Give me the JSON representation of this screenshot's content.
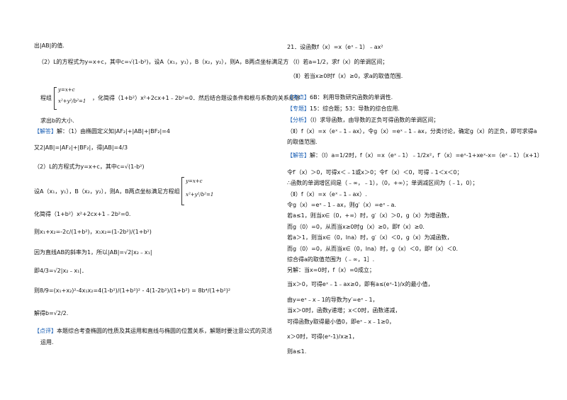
{
  "left": {
    "l1": "出|AB|的值.",
    "l2": "（2）L的方程式为y=x+c，其中c=√(1-b²)，设A（x₁，y₁），B（x₂，y₂），则A，B两点坐标满足方",
    "sys1": [
      "y=x+c",
      "x²+y²/b²=1"
    ],
    "l3a": "程组",
    "l3b": "，化简得（1+b²）x²+2cx+1﹣2b²=0．然后结合题设条件和根与系数的关系能够",
    "l4": "求出b的大小.",
    "l5_tag": "【解答】",
    "l5": "解：（1）由椭圆定义知|AF₂|+|AB|+|BF₂|=4",
    "l6": "又2|AB|=|AF₂|+|BF₂|，得|AB|=4/3",
    "l7": "（2）L的方程式为y=x+c，其中c=√(1-b²)",
    "l8": "设A（x₁，y₁），B（x₂，y₂），则A，B两点坐标满足方程组",
    "sys2": [
      "y=x+c",
      "x²+y²/b²=1"
    ],
    "l9": "化简得（1+b²）x²+2cx+1﹣2b²=0.",
    "l10": "则x₁+x₂=-2c/(1+b²)，x₁x₂=(1-2b²)/(1+b²)",
    "l11": "因为直线AB的斜率为1，所以|AB|=√2|x₂﹣x₁|",
    "l12": "即4/3=√2|x₂﹣x₁|．",
    "l13": "则8/9=(x₁+x₂)²-4x₁x₂=4(1-b²)/(1+b²)² - 4(1-2b²)/(1+b²) = 8b⁴/(1+b²)²",
    "l14": "解得b=√2/2.",
    "l15_tag": "【点评】",
    "l15": "本题综合考查椭圆的性质及其运用和直线与椭圆的位置关系，解题时要注意公式的灵活",
    "l16": "运用."
  },
  "right": {
    "r1": "21．设函数f（x）=x（eˣ﹣1）﹣ax²",
    "r2": "（Ⅰ）若a=1/2，求f（x）的单调区间；",
    "r3": "（Ⅱ）若当x≥0时f（x）≥0，求a的取值范围.",
    "r4_tag": "【考点】",
    "r4": "6B：利用导数研究函数的单调性.",
    "r5_tag": "【专题】",
    "r5": "15：综合题；53：导数的综合应用.",
    "r6_tag": "【分析】",
    "r6": "（Ⅰ）求导函数，由导数的正负可得函数的单调区间；",
    "r7": "（Ⅱ）f（x）=x（eˣ﹣1﹣ax），令g（x）=eˣ﹣1﹣ax，分类讨论，确定g（x）的正负，即可求得a",
    "r8": "的取值范围.",
    "r9_tag": "【解答】",
    "r9": "解：（Ⅰ）a=1/2时，f（x）=x（eˣ﹣1）﹣1/2x²，f′（x）=eˣ-1+xeˣ-x=（eˣ﹣1）（x+1）",
    "r10": "令f′（x）＞0，可得x＜﹣1或x＞0；令f′（x）＜0，可得﹣1＜x＜0；",
    "r11": "∴函数的单调增区间是（﹣∞，﹣1），（0，+∞）；单调减区间为（﹣1，0）；",
    "r12": "（Ⅱ）f（x）=x（eˣ﹣1﹣ax）.",
    "r13": "令g（x）=eˣ﹣1﹣ax，则g′（x）=eˣ﹣a.",
    "r14": "若a≤1，则当x∈（0，+∞）时，g′（x）＞0，g（x）为增函数，",
    "r15": "而g（0）=0，从而当x≥0时g（x）≥0，即f（x）≥0.",
    "r16": "若a＞1，则当x∈（0，lna）时，g′（x）＜0，g（x）为减函数，",
    "r17": "而g（0）=0，从而当x∈（0，lna）时，g（x）＜0，即f（x）＜0.",
    "r18": "综合得a的取值范围为（﹣∞，1］.",
    "r19": "另解：当x=0时，f（x）=0成立；",
    "r20": "当x＞0，可得eˣ﹣1﹣ax≥0，即有a≤(eˣ-1)/x的最小值，",
    "r21": "由y=eˣ﹣x﹣1的导数为y′=eˣ﹣1，",
    "r22": "当x＞0时，函数y递增；x＜0时，函数递减，",
    "r23": "可得函数y取得最小值0，即eˣ﹣x﹣1≥0，",
    "r24": "x＞0时，可得(eˣ-1)/x≥1，",
    "r25": "则a≤1."
  }
}
